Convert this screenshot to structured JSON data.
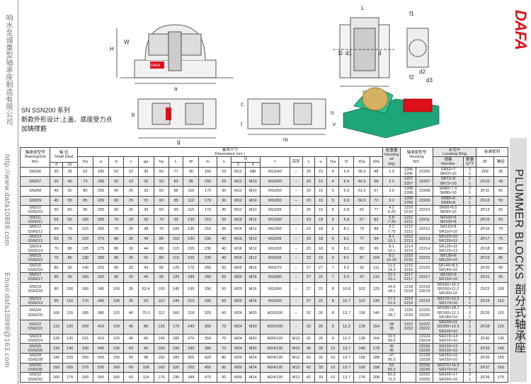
{
  "left_strip": {
    "company": "响水至诚重型轴承座制造有限公司",
    "website": "http://www.dafa10888.com",
    "email": "Email:dafa10888@163.com"
  },
  "brand": {
    "logo": "DAFA",
    "accent": "#e0101a",
    "section_title": "PLUMMER BLOCKS 剖分式轴承座"
  },
  "series": {
    "line1": "SN SSN200 系列",
    "line2": "新款外形设计:上盖、底座受力点",
    "line3": "加铸撑筋"
  },
  "drawing_labels": {
    "H": "H",
    "W": "W",
    "a": "a",
    "b": "b",
    "u": "u",
    "g": "g",
    "L": "L",
    "D": "D",
    "d1": "d1",
    "d": "d",
    "f1": "f1",
    "f2": "f2",
    "d2": "d2",
    "d3": "d3",
    "c": "c",
    "t": "t",
    "m": "m",
    "v": "v",
    "n": "n",
    "hlogo": "DAFA"
  },
  "table": {
    "h_name": "轴承座型号\nBaeringUnit\nNO.",
    "h_shaft": "轴 径\nShaft Diad",
    "h_dim": "基本尺寸\nDimension( mm )",
    "h_wt": "座重量\nHousing\nwt\n(kg)",
    "h_housing": "轴承座型号\nHousing\nNO.",
    "h_ring": "定位环\nLocating Ring",
    "h_seal": "标准密封",
    "h_ring_num": "规格\nNumber",
    "h_ring_qty": "数量\nQTY",
    "h_zf": "ZF",
    "h_seal_d": "轴径",
    "h_G": "G",
    "h_G2": "2",
    "h_G4": "4",
    "cols": [
      "d",
      "d1",
      "Da",
      "a",
      "b",
      "c",
      "ga",
      "ha",
      "L",
      "W",
      "m",
      "n"
    ],
    "cols2": [
      "t",
      "吊环",
      "v",
      "u",
      "f1a",
      "f2",
      "d2a",
      "d3a"
    ],
    "rows": [
      [
        "SN206",
        "30",
        "35",
        "62",
        "185",
        "52",
        "22",
        "30",
        "50",
        "77",
        "90",
        "150",
        "25",
        "M12",
        "M8",
        "M10/40",
        "–",
        "20",
        "15",
        "4",
        "5.4",
        "36.5",
        "48",
        "1.9",
        "1206\n2206",
        "22206",
        "SR62×7\nSR62×10",
        "2\n1",
        "ZF8",
        "35"
      ],
      [
        "SN207",
        "35",
        "45",
        "72",
        "185",
        "52",
        "22",
        "33",
        "50",
        "82",
        "95",
        "150",
        "25",
        "M12",
        "M10",
        "M10/50",
        "–",
        "20",
        "15",
        "4",
        "5.4",
        "46.5",
        "58",
        "2.0",
        "1207\n2207",
        "22207",
        "SR72×8\nSR72×10",
        "2\n1",
        "ZF10",
        "45"
      ],
      [
        "SN208",
        "40",
        "50",
        "80",
        "205",
        "60",
        "25",
        "33",
        "60",
        "85",
        "110",
        "170",
        "30",
        "M12",
        "M10",
        "M10/50",
        "–",
        "20",
        "15",
        "5",
        "6.9",
        "51.5",
        "67",
        "3.0",
        "1208\n2208",
        "22208",
        "SR80×7.5\nSR80×10",
        "2\n1",
        "ZF11",
        "50"
      ],
      [
        "SN209",
        "45",
        "55",
        "85",
        "205",
        "60",
        "25",
        "31",
        "60",
        "85",
        "112",
        "170",
        "30",
        "M12",
        "M10",
        "M10/50",
        "–",
        "20",
        "15",
        "5",
        "6.9",
        "56.5",
        "72",
        "3.2",
        "1209\n2209",
        "22209",
        "SR85×6\nSR85×8",
        "2\n1",
        "ZF12",
        "55"
      ],
      [
        "SN210\nSSN210",
        "50",
        "60",
        "90",
        "205",
        "60",
        "25",
        "33",
        "60",
        "90",
        "115",
        "170",
        "30",
        "M12",
        "M10",
        "M10/55",
        "–",
        "20",
        "15",
        "5",
        "6.8",
        "62",
        "77",
        "4.2\n5.25",
        "1210\n2210",
        "22210",
        "SR90×6.5\nSR90×10",
        "2\n1",
        "ZF13",
        "60"
      ],
      [
        "SN211\nSSN211",
        "55",
        "65",
        "100",
        "255",
        "70",
        "28",
        "33",
        "70",
        "95",
        "130",
        "210",
        "35",
        "M16",
        "M12",
        "M12/60",
        "–",
        "23",
        "18",
        "5",
        "6.8",
        "67",
        "82",
        "5.8\n7.25",
        "1211\n2211",
        "22211",
        "SR100×6\nSR100×8",
        "2\n1",
        "ZF15",
        "65"
      ],
      [
        "SN212\nSSN212",
        "60",
        "70",
        "110",
        "255",
        "70",
        "30",
        "38",
        "70",
        "105",
        "135",
        "210",
        "35",
        "M16",
        "M12",
        "M12/60",
        "–",
        "23",
        "18",
        "6",
        "8.1",
        "72",
        "89",
        "6.2\n7.75",
        "1212\n2212",
        "22212",
        "SR110×8\nSR110×10",
        "2\n1",
        "ZF16",
        "70"
      ],
      [
        "SN213\nSSN213",
        "65",
        "75",
        "120",
        "275",
        "80",
        "30",
        "43",
        "80",
        "110",
        "150",
        "230",
        "40",
        "M16",
        "M12",
        "M12/65",
        "–",
        "23",
        "18",
        "6",
        "8.1",
        "77",
        "94",
        "8.1\n10.1",
        "1213\n2213",
        "22213",
        "SR120×10\nSR120×12",
        "2\n1",
        "ZF17",
        "75"
      ],
      [
        "SN214\nSSN214",
        "70",
        "80",
        "125",
        "275",
        "80",
        "30",
        "44",
        "80",
        "115",
        "155",
        "230",
        "40",
        "M16",
        "M12",
        "M12/65",
        "–",
        "23",
        "18",
        "6",
        "8.1",
        "82",
        "99",
        "8.1\n10.1",
        "1214\n2214",
        "22214",
        "SR125×10\nSR125×13",
        "2\n1",
        "ZF18",
        "80"
      ],
      [
        "SN215\nSSN215",
        "75",
        "85",
        "130",
        "280",
        "80",
        "30",
        "41",
        "80",
        "115",
        "155",
        "230",
        "40",
        "M16",
        "M12",
        "M16/65",
        "–",
        "23",
        "18",
        "6",
        "8.1",
        "87",
        "104",
        "8.2\n10.25",
        "1215\n2215",
        "22215",
        "SR130×8\nSR130×10",
        "2\n1",
        "ZF19",
        "85"
      ],
      [
        "SN216\nSSN216",
        "80",
        "90",
        "140",
        "315",
        "90",
        "32",
        "43",
        "95",
        "120",
        "175",
        "260",
        "50",
        "M20",
        "M16",
        "M16/70",
        "–",
        "27",
        "27",
        "7",
        "9.3",
        "92",
        "111",
        "11.5\n14.3",
        "1216\n2216",
        "22216",
        "SR140×8.5\nSR140×10",
        "2\n1",
        "ZF20",
        "90"
      ],
      [
        "SN217\nSSN217",
        "85",
        "95",
        "150",
        "320",
        "90",
        "32",
        "46",
        "95",
        "125",
        "185",
        "260",
        "50",
        "M20",
        "M16",
        "M16/80",
        "–",
        "27",
        "22",
        "7",
        "9.3",
        "97",
        "116",
        "12.1\n15.1",
        "1217\n2217",
        "22217",
        "SR150×9\nSR150×10",
        "2\n1",
        "ZF21",
        "95"
      ],
      [
        "SN218\nSSN218",
        "90",
        "100",
        "160",
        "345",
        "100",
        "35",
        "62.4",
        "100",
        "145",
        "195",
        "290",
        "50",
        "M20",
        "M16",
        "M16/90",
        "–",
        "27",
        "22",
        "8",
        "10.8",
        "102",
        "125",
        "14.5\n18.1",
        "1218\n2218",
        "22218\n23218",
        "SR160×16.2\nSR160×11.2\nSR160×10",
        "2\n2\n1",
        "ZF22",
        "100"
      ],
      [
        "SN219\nSSN219",
        "95",
        "110",
        "170",
        "345",
        "100",
        "35",
        "53",
        "112",
        "140",
        "210",
        "290",
        "50",
        "M20",
        "M16",
        "M16/90",
        "–",
        "27",
        "22",
        "8",
        "10.7",
        "113",
        "135",
        "17.2\n21.5",
        "1219\n2219",
        "22219",
        "SR170×10.5\nSR170×10",
        "2\n1",
        "ZF24",
        "110"
      ],
      [
        "SN220\nSSN220",
        "100",
        "115",
        "180",
        "380",
        "110",
        "40",
        "70.3",
        "112",
        "160",
        "218",
        "320",
        "60",
        "M24",
        "M20",
        "M20/100",
        "–",
        "32",
        "26",
        "8",
        "13.7",
        "118",
        "140",
        "23\n28.7",
        "1220\n2220",
        "22220\n23220",
        "SR180×18.1\nSR180×12.1\nSR180×10",
        "2\n2\n1",
        "ZF26",
        "115"
      ],
      [
        "SN222\nSSN222",
        "110",
        "125",
        "200",
        "410",
        "120",
        "45",
        "80",
        "125",
        "175",
        "240",
        "350",
        "70",
        "M24",
        "M20",
        "M20/100",
        "–",
        "32",
        "26",
        "9",
        "12.2",
        "128",
        "154",
        "28\n35",
        "1222\n2222",
        "22222\n23222",
        "SR200×21\nSR200×13.5\nSR200×10",
        "2\n2\n1",
        "ZF28",
        "125"
      ],
      [
        "SN224\nSSN224",
        "120",
        "135",
        "215",
        "410",
        "120",
        "45",
        "66",
        "140",
        "185",
        "270",
        "350",
        "70",
        "M24",
        "M20",
        "M20/120",
        "M10",
        "32",
        "26",
        "9",
        "12.2",
        "138",
        "164",
        "31.5\n39.5",
        "",
        "22224\n23224",
        "SR215×14\nSR215×10",
        "2\n1",
        "ZF30",
        "135"
      ],
      [
        "SN226\nSSN226",
        "130",
        "145",
        "230",
        "445",
        "130",
        "50",
        "90",
        "150",
        "190",
        "290",
        "380",
        "70",
        "M24",
        "M20",
        "M24/130",
        "M10",
        "36",
        "28",
        "10",
        "13.7",
        "148",
        "178",
        "36\n45",
        "",
        "22226\n23226",
        "SR230×13\nSR230×10",
        "2\n1",
        "ZF33",
        "145"
      ],
      [
        "SN228\nSSN228",
        "140",
        "155",
        "250",
        "500",
        "150",
        "50",
        "98",
        "150",
        "205",
        "305",
        "420",
        "80",
        "M30",
        "M24",
        "M24/130",
        "M12",
        "42",
        "33",
        "10",
        "13.7",
        "158",
        "188",
        "47\n56.2",
        "",
        "22228\n23228",
        "SR250×15\nSR250×10",
        "2\n1",
        "ZF35",
        "155"
      ],
      [
        "SN230\nSSN230",
        "150",
        "165",
        "270",
        "530",
        "160",
        "60",
        "106",
        "160",
        "220",
        "325",
        "450",
        "90",
        "M30",
        "M24",
        "M24/130",
        "M12",
        "42",
        "33",
        "10",
        "13.7",
        "168",
        "198",
        "53\n66.2",
        "",
        "22230\n23230",
        "SR270×16.5\nSR270×10",
        "2\n1",
        "ZF37",
        "165"
      ],
      [
        "SN232\nSSN232",
        "160",
        "175",
        "290",
        "550",
        "160",
        "60",
        "114",
        "170",
        "235",
        "345",
        "470",
        "90",
        "M30",
        "M24",
        "M24/130",
        "M12",
        "42",
        "33",
        "10",
        "13.7",
        "178",
        "208",
        "62.9\n72.3",
        "",
        "22232\n23232",
        "SR290×17\nSR290×10",
        "2\n1",
        "ZF39",
        "175"
      ]
    ]
  }
}
